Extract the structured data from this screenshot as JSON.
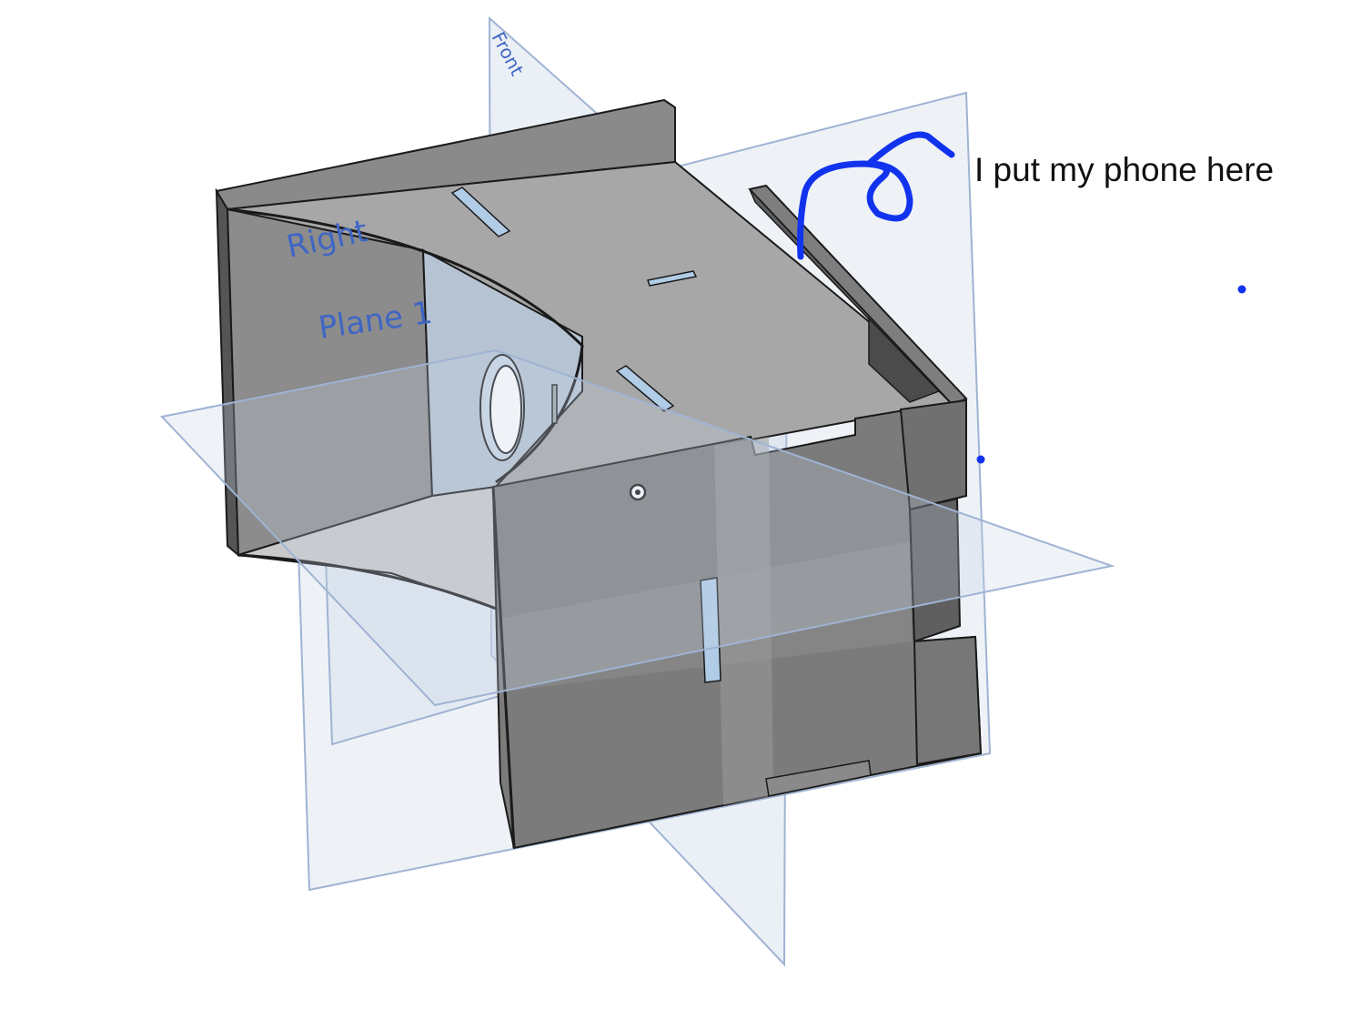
{
  "viewport": {
    "planes": [
      {
        "name": "front",
        "label": "Front"
      },
      {
        "name": "right",
        "label": "Right"
      },
      {
        "name": "plane1",
        "label": "Plane 1"
      },
      {
        "name": "top",
        "label": ""
      }
    ]
  },
  "annotation": {
    "text": "I put my phone here",
    "ink_color": "#1233ee"
  },
  "colors": {
    "plane_fill": "#b9c9de",
    "plane_edge": "#9fb3d3",
    "plane_label": "#3f66c4",
    "part_dark": "#7a7a7a",
    "part_mid": "#8e8e8e",
    "part_light": "#a9a9a9",
    "slot": "#a8c4de"
  }
}
